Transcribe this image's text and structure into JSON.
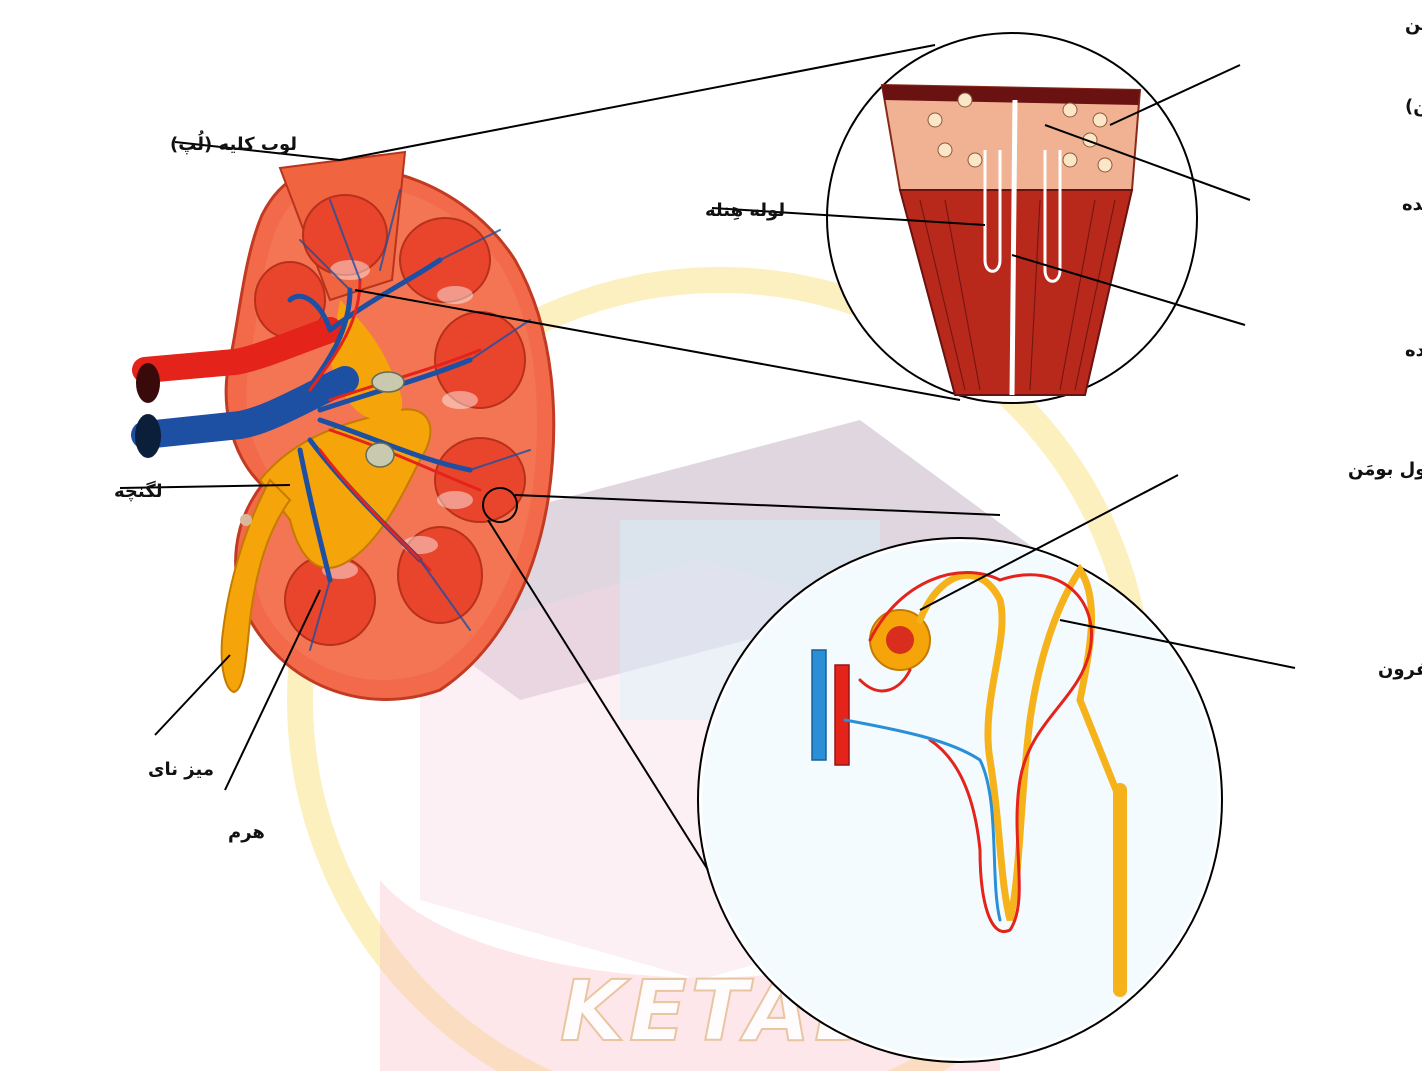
{
  "labels": {
    "lobe": "لوب کلیه (لُپ)",
    "pelvis": "لگنچه",
    "ureter": "میز نای",
    "pyramid": "هرم",
    "bowman_top_1": "کپسول بومَن",
    "bowman_top_2": "(پوشینه بومن)",
    "convoluted": "لوله خمیده",
    "henle": "لوله هِنله",
    "collecting": "لوله جمع کننده",
    "bowman_bottom": "کپسول بومَن",
    "nephron": "نفرون"
  },
  "watermark": "KETABI",
  "colors": {
    "cortex": "#f26a4a",
    "medulla": "#e8452c",
    "vein": "#1d4fa3",
    "artery": "#e4231b",
    "pelvis": "#f5a50a",
    "tubule": "#f5b21a"
  }
}
